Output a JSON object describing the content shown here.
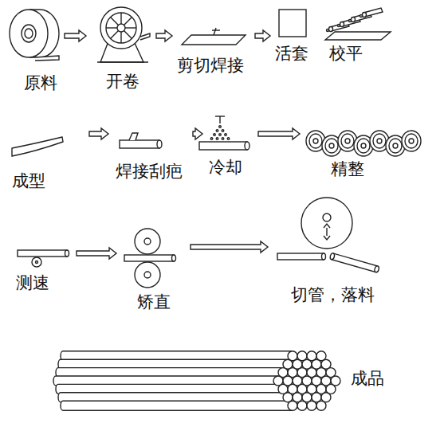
{
  "diagram": {
    "nodes": [
      {
        "text": [
          "原料"
        ]
      },
      {
        "text": [
          "开卷"
        ]
      },
      {
        "text": [
          "剪切焊接"
        ]
      },
      {
        "text": [
          "活套"
        ]
      },
      {
        "text": [
          "校平"
        ]
      },
      {
        "text": [
          "成型"
        ]
      },
      {
        "text": [
          "焊接刮疤"
        ]
      },
      {
        "text": [
          "冷却"
        ]
      },
      {
        "text": [
          "精整"
        ]
      },
      {
        "text": [
          "测速"
        ]
      },
      {
        "text": [
          "矫直"
        ]
      },
      {
        "text": [
          "切管，落料"
        ]
      },
      {
        "text": [
          "成品"
        ]
      }
    ],
    "edges": [
      {
        "from": 0,
        "to": 1,
        "arrow": "to"
      },
      {
        "from": 1,
        "to": 2,
        "arrow": "to"
      },
      {
        "from": 2,
        "to": 3,
        "arrow": "to"
      },
      {
        "from": 5,
        "to": 6,
        "arrow": "to"
      },
      {
        "from": 6,
        "to": 7,
        "arrow": "to"
      },
      {
        "from": 7,
        "to": 8,
        "arrow": "to"
      },
      {
        "from": 9,
        "to": 10,
        "arrow": "to"
      },
      {
        "from": 10,
        "to": 11,
        "arrow": "to"
      }
    ]
  }
}
